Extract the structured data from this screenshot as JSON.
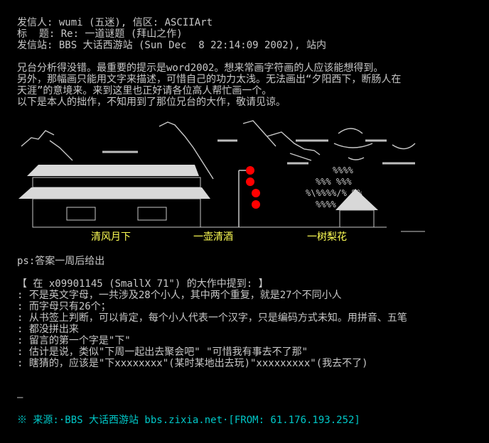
{
  "header": {
    "sender": "发信人: wumi (五迷), 信区: ASCIIArt",
    "title": "标  题: Re: 一道谜题 (拜山之作)",
    "station": "发信站: BBS 大话西游站 (Sun Dec  8 22:14:09 2002), 站内"
  },
  "body": {
    "p1": "兄台分析得没错。最重要的提示是word2002。想来常画字符画的人应该能想得到。",
    "p2": "另外，那幅画只能用文字来描述，可惜自己的功力太浅。无法画出“夕阳西下，断肠人在",
    "p3": "天涯”的意境来。来到这里也正好请各位高人帮忙画一个。",
    "p4": "以下是本人的拙作，不知用到了那位兄台的大作，敬请见谅。"
  },
  "art": {
    "captions": [
      "清风月下",
      "一壶清酒",
      "一树梨花"
    ]
  },
  "ps": "ps:答案一周后给出",
  "quote": {
    "head": "【 在 x09901145 (SmallX 71\") 的大作中提到: 】",
    "lines": [
      ": 不是英文字母，一共涉及28个小人，其中两个重复，就是27个不同小人",
      ": 而字母只有26个；",
      ": 从书签上判断，可以肯定，每个小人代表一个汉字，只是编码方式未知。用拼音、五笔",
      ": 都没拼出来",
      ": 留言的第一个字是\"下\"",
      ": 估计是说，类似\"下周一起出去聚会吧\" \"可惜我有事去不了那\"",
      ": 瞎猜的，应该是\"下xxxxxxxx\"(某时某地出去玩)\"xxxxxxxxx\"(我去不了)"
    ]
  },
  "sig_dash": "—",
  "footer": "※ 来源:·BBS 大话西游站 bbs.zixia.net·[FROM: 61.176.193.252]",
  "colors": {
    "bg": "#000000",
    "text": "#c8c8c8",
    "caption": "#ffff55",
    "footer": "#00c8c8",
    "lantern": "#ff0000"
  }
}
